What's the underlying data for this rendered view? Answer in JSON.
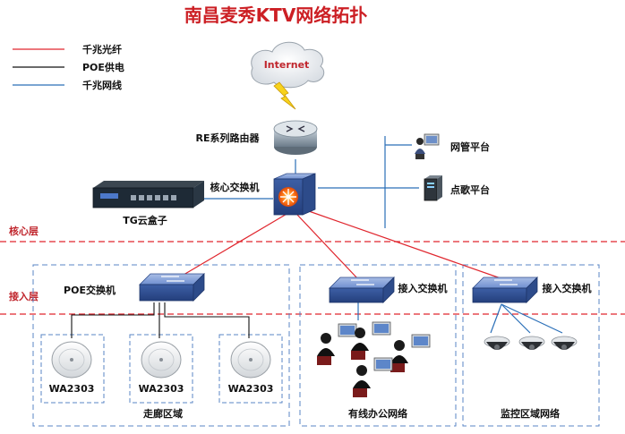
{
  "title": "南昌麦秀KTV网络拓扑",
  "legend": [
    {
      "label": "千兆光纤",
      "color": "#e0262e"
    },
    {
      "label": "POE供电",
      "color": "#111111"
    },
    {
      "label": "千兆网线",
      "color": "#2a6fb8"
    }
  ],
  "cloud": {
    "label": "Internet"
  },
  "router": {
    "label": "RE系列路由器"
  },
  "core_switch": {
    "label": "核心交换机"
  },
  "tg_box": {
    "label": "TG云盒子"
  },
  "servers": [
    {
      "label": "网管平台"
    },
    {
      "label": "点歌平台"
    }
  ],
  "layers": {
    "core": "核心层",
    "access": "接入层"
  },
  "switches": {
    "poe": "POE交换机",
    "office": "接入交换机",
    "monitor": "接入交换机"
  },
  "aps": [
    {
      "label": "WA2303"
    },
    {
      "label": "WA2303"
    },
    {
      "label": "WA2303"
    }
  ],
  "zones": {
    "corridor": "走廊区域",
    "office": "有线办公网络",
    "monitor": "监控区域网络"
  },
  "colors": {
    "fiber": "#e0262e",
    "poe": "#111111",
    "ethernet": "#2a6fb8",
    "switch_blue": "#4a6fb3",
    "dashed_box": "#5a86c4",
    "layer_line": "#e0262e"
  }
}
